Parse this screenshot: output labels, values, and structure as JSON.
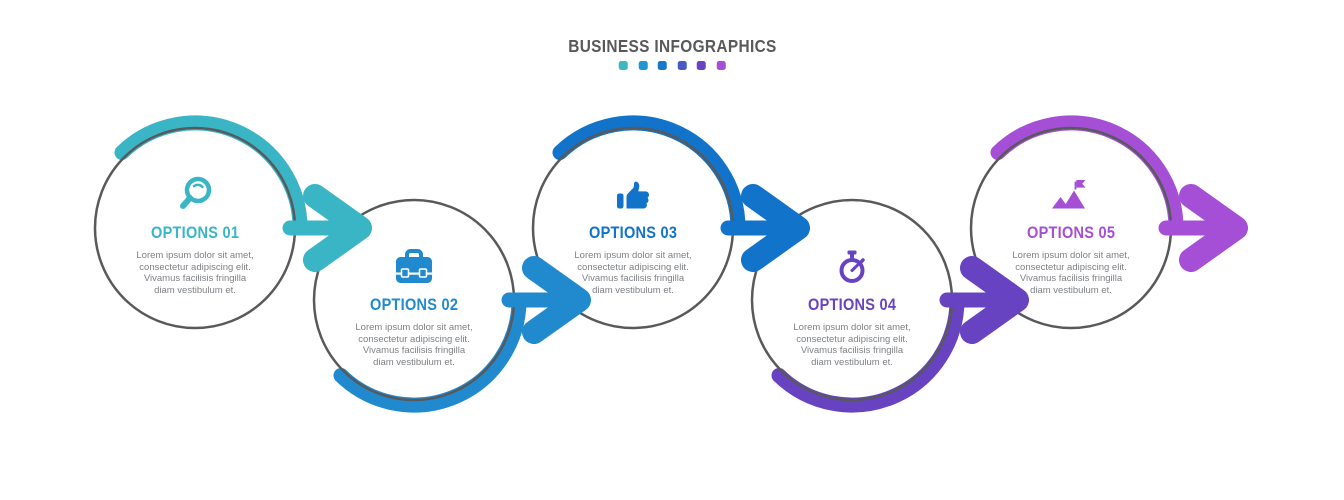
{
  "title": "BUSINESS INFOGRAPHICS",
  "palette_dots": [
    "#3eb7c5",
    "#2196d3",
    "#1778ca",
    "#4858c6",
    "#6843c2",
    "#a64ed5"
  ],
  "colors": {
    "outline": "#58595b",
    "title": "#58595b",
    "description": "#7d8084",
    "background": "#ffffff"
  },
  "steps": [
    {
      "label": "OPTIONS 01",
      "color": "#3ab5c6",
      "icon": "magnifier-icon",
      "desc_lines": [
        "Lorem ipsum dolor sit amet,",
        "consectetur adipiscing elit.",
        "Vivamus facilisis fringilla",
        "diam vestibulum et."
      ]
    },
    {
      "label": "OPTIONS 02",
      "color": "#2189ce",
      "icon": "briefcase-icon",
      "desc_lines": [
        "Lorem ipsum dolor sit amet,",
        "consectetur adipiscing elit.",
        "Vivamus facilisis fringilla",
        "diam vestibulum et."
      ]
    },
    {
      "label": "OPTIONS 03",
      "color": "#1173c9",
      "icon": "thumbs-up-icon",
      "desc_lines": [
        "Lorem ipsum dolor sit amet,",
        "consectetur adipiscing elit.",
        "Vivamus facilisis fringilla",
        "diam vestibulum et."
      ]
    },
    {
      "label": "OPTIONS 04",
      "color": "#6743c2",
      "icon": "stopwatch-icon",
      "desc_lines": [
        "Lorem ipsum dolor sit amet,",
        "consectetur adipiscing elit.",
        "Vivamus facilisis fringilla",
        "diam vestibulum et."
      ]
    },
    {
      "label": "OPTIONS 05",
      "color": "#a44fd5",
      "icon": "mountain-flag-icon",
      "desc_lines": [
        "Lorem ipsum dolor sit amet,",
        "consectetur adipiscing elit.",
        "Vivamus facilisis fringilla",
        "diam vestibulum et."
      ]
    }
  ]
}
